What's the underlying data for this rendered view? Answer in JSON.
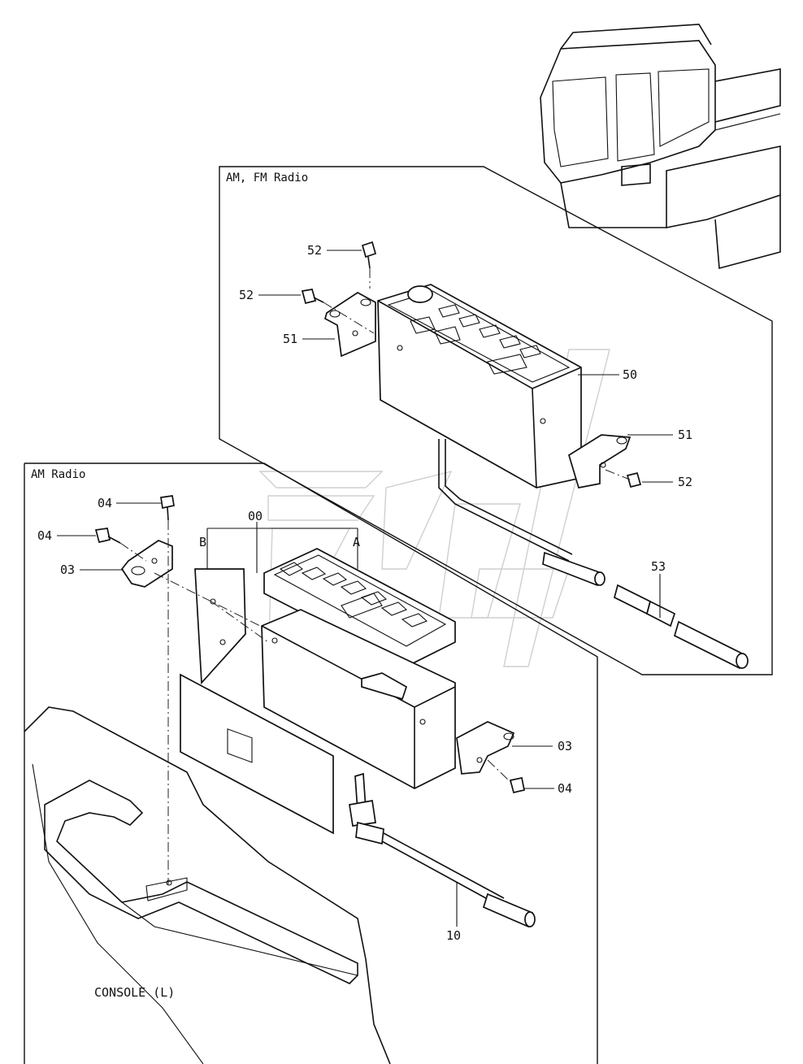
{
  "sections": {
    "fm": {
      "title": "AM, FM Radio"
    },
    "am": {
      "title": "AM Radio"
    }
  },
  "callouts": {
    "p52a": "52",
    "p52b": "52",
    "p51a": "51",
    "p50": "50",
    "p51b": "51",
    "p52c": "52",
    "p53": "53",
    "p04a": "04",
    "p04b": "04",
    "p03a": "03",
    "p00": "00",
    "pB": "B",
    "pA": "A",
    "p03b": "03",
    "p04c": "04",
    "p10": "10"
  },
  "console_label": "CONSOLE (L)"
}
